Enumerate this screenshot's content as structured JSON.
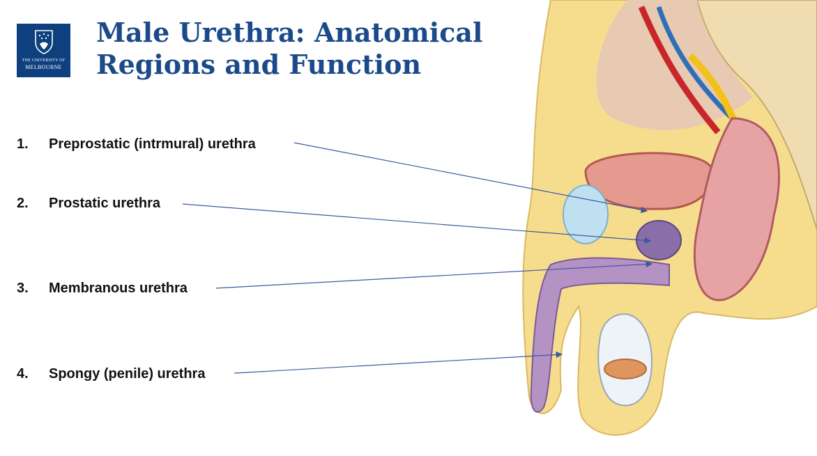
{
  "logo": {
    "line1": "THE UNIVERSITY OF",
    "line2": "MELBOURNE"
  },
  "title": {
    "line1": "Male Urethra: Anatomical",
    "line2": "Regions and Function"
  },
  "regions": [
    {
      "number": "1.",
      "label": "Preprostatic (intrmural) urethra"
    },
    {
      "number": "2.",
      "label": "Prostatic urethra"
    },
    {
      "number": "3.",
      "label": "Membranous urethra"
    },
    {
      "number": "4.",
      "label": "Spongy (penile) urethra"
    }
  ],
  "colors": {
    "title": "#1b4a8a",
    "logo_bg": "#0e3f7f",
    "leader_line": "#3b5aa0"
  }
}
